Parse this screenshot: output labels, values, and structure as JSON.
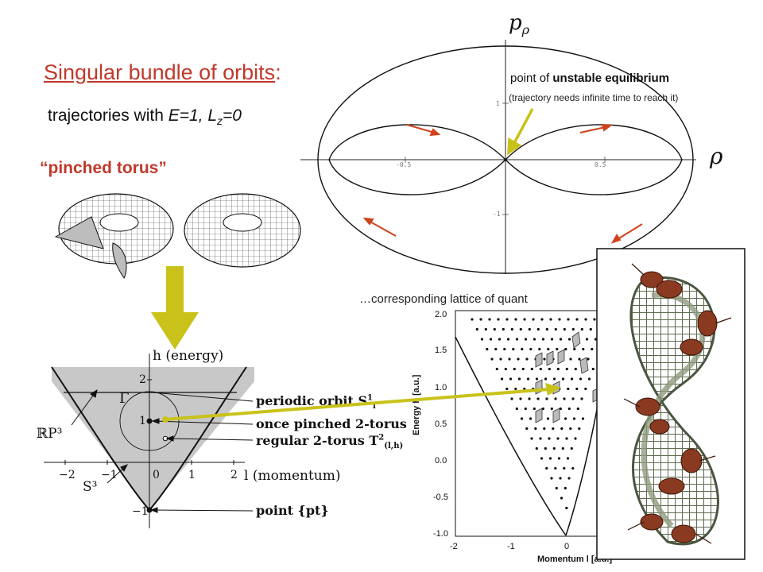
{
  "slide": {
    "title_main": "Singular bundle of orbits",
    "title_colon": ":",
    "subtitle_prefix": "trajectories with ",
    "subtitle_E": "E=1, L",
    "subtitle_sub": "z",
    "subtitle_rest": "=0",
    "pinched_torus": "“pinched torus”",
    "unstable_prefix": "point of ",
    "unstable_bold": "unstable equilibrium",
    "unstable_note": "(trajectory needs infinite time to reach it)",
    "lattice_caption": "…corresponding lattice of quant"
  },
  "phase_plot": {
    "y_axis_label": "p",
    "y_axis_sub": "ρ",
    "x_axis_label": "ρ",
    "tick_neg_half": "-0.5",
    "tick_pos_half": "0.5",
    "tick_one": "1",
    "tick_neg_one": "-1"
  },
  "bif_diagram": {
    "h_label": "h (energy)",
    "l_label": "l (momentum)",
    "x_ticks": [
      "−2",
      "−1",
      "0",
      "1",
      "2"
    ],
    "y_tick_2": "2",
    "y_tick_1": "1",
    "y_tick_m1": "−1",
    "gamma": "Γ",
    "rp3": "ℝP³",
    "s3": "S³",
    "periodic_orbit": "periodic orbit S",
    "periodic_sup": "1",
    "periodic_sub": "l",
    "once_pinched": "once pinched 2-torus",
    "regular_torus": "regular 2-torus T",
    "regular_sup": "2",
    "regular_sub": "(l,h)",
    "point": "point {pt}"
  },
  "lattice_plot": {
    "y_label": "Energy h [a.u.]",
    "x_label": "Momentum l [a.u.]",
    "y_ticks": [
      "2.0",
      "1.5",
      "1.0",
      "0.5",
      "0.0",
      "-0.5",
      "-1.0"
    ],
    "x_ticks": [
      "-2",
      "-1",
      "0"
    ]
  },
  "colors": {
    "title_red": "#c0392b",
    "arrow_red": "#d0421b",
    "olive_arrow": "#c9c21a",
    "gray_region": "#c8c8c8"
  },
  "icons": {
    "torus_pinched": "pinched-torus-icon",
    "torus": "torus-icon",
    "escher_ants": "moebius-ants-icon"
  }
}
